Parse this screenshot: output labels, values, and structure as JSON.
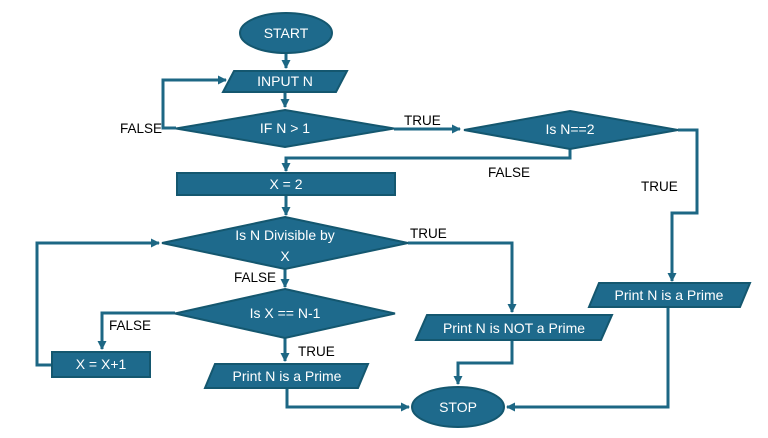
{
  "diagram": {
    "type": "flowchart",
    "colors": {
      "background": "#ffffff",
      "shape_fill": "#1e6a8c",
      "shape_stroke": "#14576f",
      "shape_text": "#ffffff",
      "connector": "#1d6784",
      "label_text": "#000000"
    },
    "nodes": {
      "start": {
        "type": "terminator",
        "label": "START"
      },
      "input_n": {
        "type": "input-output",
        "label": "INPUT N"
      },
      "if_n_gt_1": {
        "type": "decision",
        "label": "IF N > 1"
      },
      "is_n_eq_2": {
        "type": "decision",
        "label": "Is N==2"
      },
      "x_eq_2": {
        "type": "process",
        "label": "X = 2"
      },
      "is_divisible": {
        "type": "decision",
        "line1": "Is N Divisible by",
        "line2": "X"
      },
      "is_x_eq_n_minus_1": {
        "type": "decision",
        "label": "Is X == N-1"
      },
      "x_eq_x_plus_1": {
        "type": "process",
        "label": "X = X+1"
      },
      "print_prime_mid": {
        "type": "input-output",
        "label": "Print N is a Prime"
      },
      "print_not_prime": {
        "type": "input-output",
        "label": "Print N is NOT a Prime"
      },
      "print_prime_right": {
        "type": "input-output",
        "label": "Print N is a Prime"
      },
      "stop": {
        "type": "terminator",
        "label": "STOP"
      }
    },
    "edge_labels": {
      "false_if_n_gt_1": "FALSE",
      "true_if_n_gt_1": "TRUE",
      "false_is_n_eq_2": "FALSE",
      "true_is_n_eq_2": "TRUE",
      "true_is_divisible": "TRUE",
      "false_is_divisible": "FALSE",
      "false_is_x_eq_n_minus_1": "FALSE",
      "true_is_x_eq_n_minus_1": "TRUE"
    }
  }
}
